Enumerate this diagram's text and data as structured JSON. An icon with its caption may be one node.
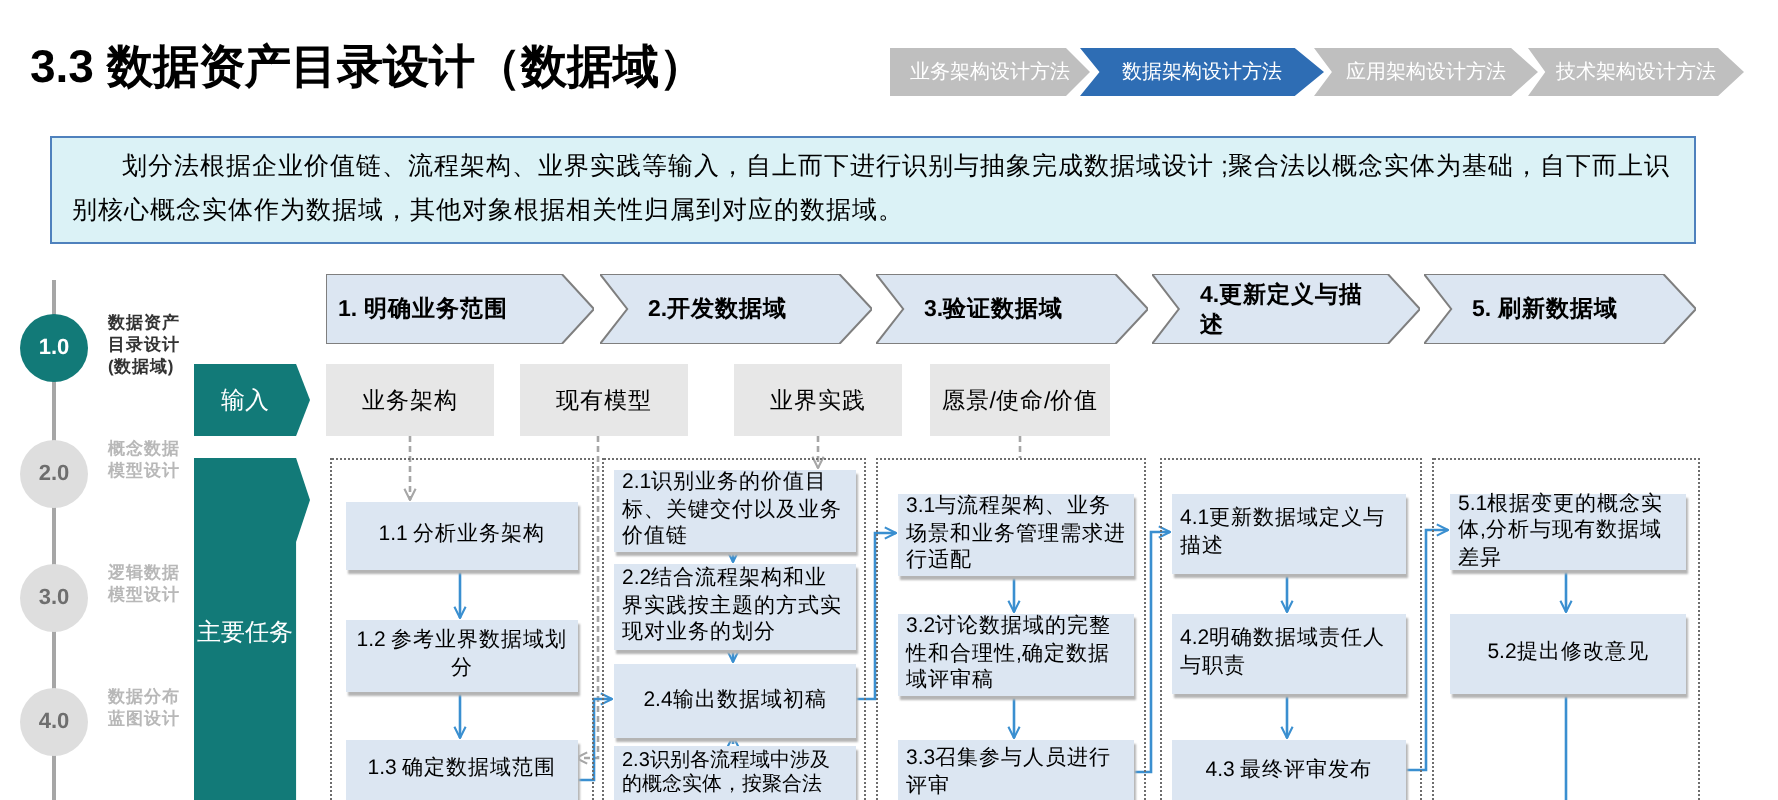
{
  "diagram": {
    "title": "3.3 数据资产目录设计（数据域）",
    "nodes": [
      {
        "text": [
          "业务架构设计方法"
        ]
      },
      {
        "text": [
          "数据架构设计方法"
        ]
      },
      {
        "text": [
          "应用架构设计方法"
        ]
      },
      {
        "text": [
          "技术架构设计方法"
        ]
      },
      {
        "text": [
          "划分法根据企业价值链、流程架构、业界实践等输入，自上而下进行识别与抽象完成数据域设计 ;聚合法以概念实体为基础，自下而上识别核心概念实体作为数据域，其他对象根据相关性归属到对应的数据域。"
        ]
      },
      {
        "text": [
          "1.0"
        ],
        "beside": [
          "数据资产目录设计(数据域)"
        ]
      },
      {
        "text": [
          "2.0"
        ],
        "beside": [
          "概念数据模型设计"
        ]
      },
      {
        "text": [
          "3.0"
        ],
        "beside": [
          "逻辑数据模型设计"
        ]
      },
      {
        "text": [
          "4.0"
        ],
        "beside": [
          "数据分布蓝图设计"
        ]
      },
      {
        "text": [
          "输入"
        ]
      },
      {
        "text": [
          "主要任务"
        ]
      },
      {
        "text": [
          "1. 明确业务范围"
        ]
      },
      {
        "text": [
          "2.开发数据域"
        ]
      },
      {
        "text": [
          "3.验证数据域"
        ]
      },
      {
        "text": [
          "4.更新定义与描述"
        ]
      },
      {
        "text": [
          "5. 刷新数据域"
        ]
      },
      {
        "text": [
          "业务架构"
        ]
      },
      {
        "text": [
          "现有模型"
        ]
      },
      {
        "text": [
          "业界实践"
        ]
      },
      {
        "text": [
          "愿景/使命/价值"
        ]
      },
      {
        "text": [],
        "shape": "box"
      },
      {
        "text": [],
        "shape": "box"
      },
      {
        "text": [],
        "shape": "box"
      },
      {
        "text": [],
        "shape": "box"
      },
      {
        "text": [],
        "shape": "box"
      },
      {
        "text": [
          "1.1 分析业务架构"
        ],
        "in": 20
      },
      {
        "text": [
          "1.2 参考业界数据域划分"
        ],
        "in": 20
      },
      {
        "text": [
          "1.3 确定数据域范围"
        ],
        "in": 20
      },
      {
        "text": [
          "2.1识别业务的价值目标、关键交付以及业务价值链"
        ],
        "in": 21
      },
      {
        "text": [
          "2.2结合流程架构和业界实践按主题的方式实现对业务的划分"
        ],
        "in": 21
      },
      {
        "text": [
          "2.4输出数据域初稿"
        ],
        "in": 21
      },
      {
        "text": [
          "2.3识别各流程域中涉及的概念实体，按聚合法"
        ],
        "in": 21
      },
      {
        "text": [
          "3.1与流程架构、业务场景和业务管理需求进行适配"
        ],
        "in": 22
      },
      {
        "text": [
          "3.2讨论数据域的完整性和合理性,确定数据域评审稿"
        ],
        "in": 22
      },
      {
        "text": [
          "3.3召集参与人员进行评审"
        ],
        "in": 22
      },
      {
        "text": [
          "4.1更新数据域定义与描述"
        ],
        "in": 23
      },
      {
        "text": [
          "4.2明确数据域责任人与职责"
        ],
        "in": 23
      },
      {
        "text": [
          "4.3 最终评审发布"
        ],
        "in": 23
      },
      {
        "text": [
          "5.1根据变更的概念实体,分析与现有数据域差异"
        ],
        "in": 24
      },
      {
        "text": [
          "5.2提出修改意见"
        ],
        "in": 24
      }
    ],
    "edges": [
      {
        "from": 16,
        "to": 25,
        "arrow": "to",
        "style": "dashed",
        "color": "#a6a6a6"
      },
      {
        "from": 17,
        "to": 27,
        "arrow": "to",
        "style": "dashed",
        "color": "#a6a6a6"
      },
      {
        "from": 18,
        "to": 28,
        "arrow": "to",
        "style": "dashed",
        "color": "#a6a6a6"
      },
      {
        "from": 19,
        "to": 22,
        "arrow": "none",
        "style": "dashed",
        "color": "#a6a6a6"
      },
      {
        "from": 25,
        "to": 26,
        "arrow": "to"
      },
      {
        "from": 26,
        "to": 27,
        "arrow": "to"
      },
      {
        "from": 27,
        "to": 30,
        "arrow": "to"
      },
      {
        "from": 28,
        "to": 29,
        "arrow": "to"
      },
      {
        "from": 29,
        "to": 30,
        "arrow": "to"
      },
      {
        "from": 31,
        "to": 30,
        "arrow": "to"
      },
      {
        "from": 30,
        "to": 32,
        "arrow": "to"
      },
      {
        "from": 32,
        "to": 33,
        "arrow": "to"
      },
      {
        "from": 33,
        "to": 34,
        "arrow": "to"
      },
      {
        "from": 34,
        "to": 35,
        "arrow": "to"
      },
      {
        "from": 35,
        "to": 36,
        "arrow": "to"
      },
      {
        "from": 36,
        "to": 37,
        "arrow": "to"
      },
      {
        "from": 37,
        "to": 38,
        "arrow": "to"
      },
      {
        "from": 38,
        "to": 39,
        "arrow": "to"
      },
      {
        "from": 39,
        "to": null,
        "arrow": "none"
      }
    ]
  }
}
